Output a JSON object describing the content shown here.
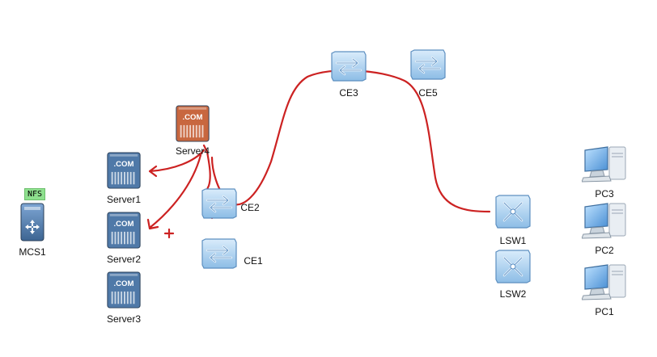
{
  "nodes": {
    "mcs1": {
      "label": "MCS1",
      "tag": "NFS"
    },
    "server1": {
      "label": "Server1",
      "badge": ".COM"
    },
    "server2": {
      "label": "Server2",
      "badge": ".COM"
    },
    "server3": {
      "label": "Server3",
      "badge": ".COM"
    },
    "server4": {
      "label": "Server4",
      "badge": ".COM"
    },
    "ce1": {
      "label": "CE1"
    },
    "ce2": {
      "label": "CE2"
    },
    "ce3": {
      "label": "CE3"
    },
    "ce5": {
      "label": "CE5"
    },
    "lsw1": {
      "label": "LSW1"
    },
    "lsw2": {
      "label": "LSW2"
    },
    "pc1": {
      "label": "PC1"
    },
    "pc2": {
      "label": "PC2"
    },
    "pc3": {
      "label": "PC3"
    }
  },
  "colors": {
    "annotation": "#cc2222",
    "server_highlight": "#c8673f",
    "device_blue": "#4f79a8"
  },
  "icons": {
    "server": "server-com-icon",
    "switch": "switch-icon",
    "l3switch": "l3-switch-icon",
    "pc": "pc-icon",
    "mcs": "mcs-icon"
  }
}
